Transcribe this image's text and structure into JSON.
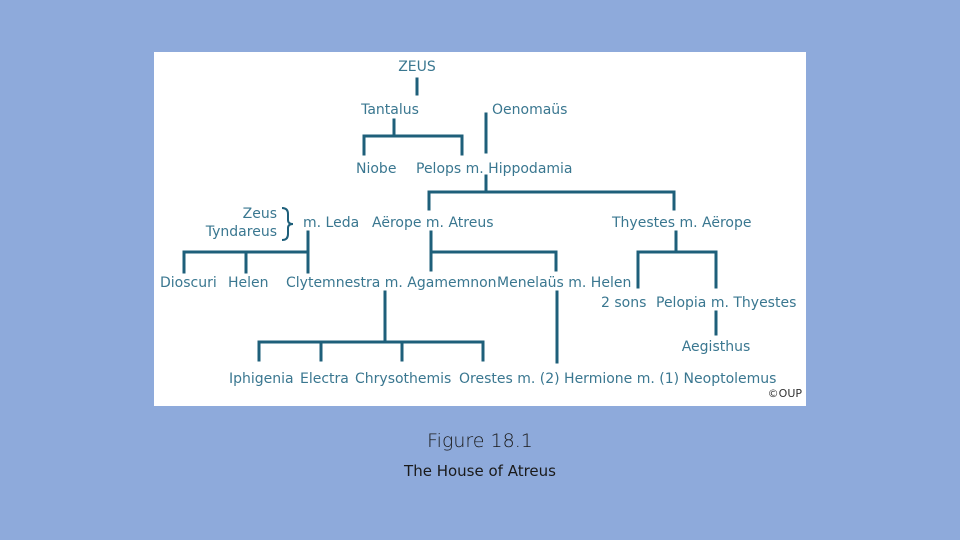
{
  "caption": {
    "title": "Figure 18.1",
    "subtitle": "The House of Atreus"
  },
  "copyright": "©OUP",
  "colors": {
    "background": "#8eaadb",
    "panel": "#ffffff",
    "line": "#1e5f7a",
    "name_text": "#3a7790"
  },
  "tree": {
    "zeus": "ZEUS",
    "tantalus": "Tantalus",
    "oenomaus": "Oenomaüs",
    "niobe": "Niobe",
    "pelops_hippodamia": "Pelops m. Hippodamia",
    "zeus_small": "Zeus",
    "tyndareus": "Tyndareus",
    "leda": "m. Leda",
    "aerope_atreus": "Aërope m. Atreus",
    "thyestes_aerope": "Thyestes m. Aërope",
    "dioscuri": "Dioscuri",
    "helen": "Helen",
    "clytemnestra_agamemnon": "Clytemnestra m. Agamemnon",
    "menelaus_helen": "Menelaüs m. Helen",
    "two_sons": "2 sons",
    "pelopia_thyestes": "Pelopia m. Thyestes",
    "aegisthus": "Aegisthus",
    "iphigenia": "Iphigenia",
    "electra": "Electra",
    "chrysothemis": "Chrysothemis",
    "orestes_hermione": "Orestes m. (2) Hermione m. (1) Neoptolemus"
  }
}
